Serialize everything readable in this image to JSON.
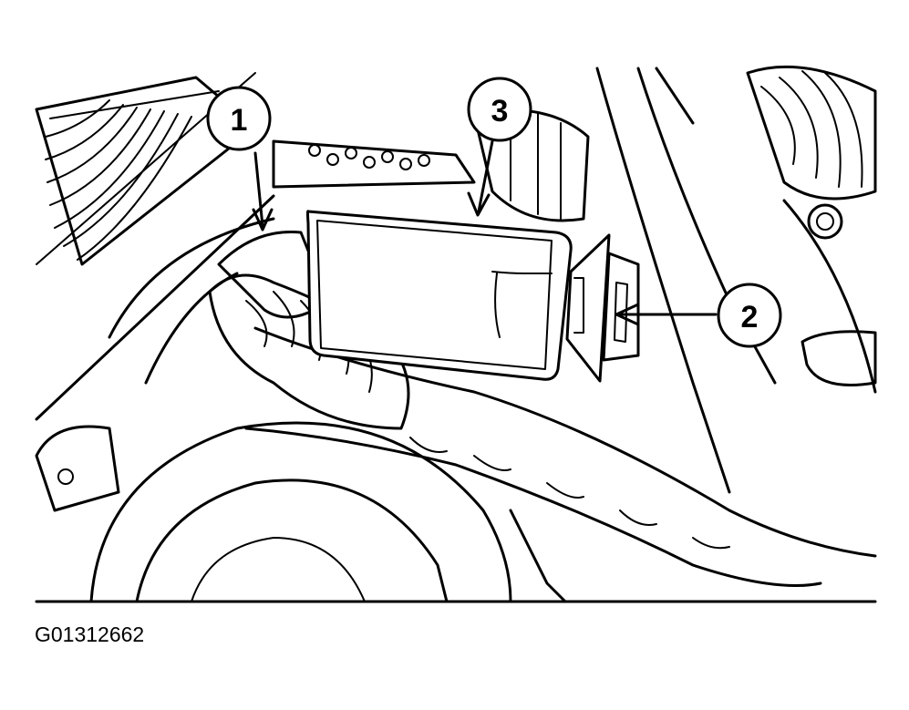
{
  "figure_id": "G01312662",
  "callouts": [
    {
      "label": "1"
    },
    {
      "label": "2"
    },
    {
      "label": "3"
    }
  ]
}
